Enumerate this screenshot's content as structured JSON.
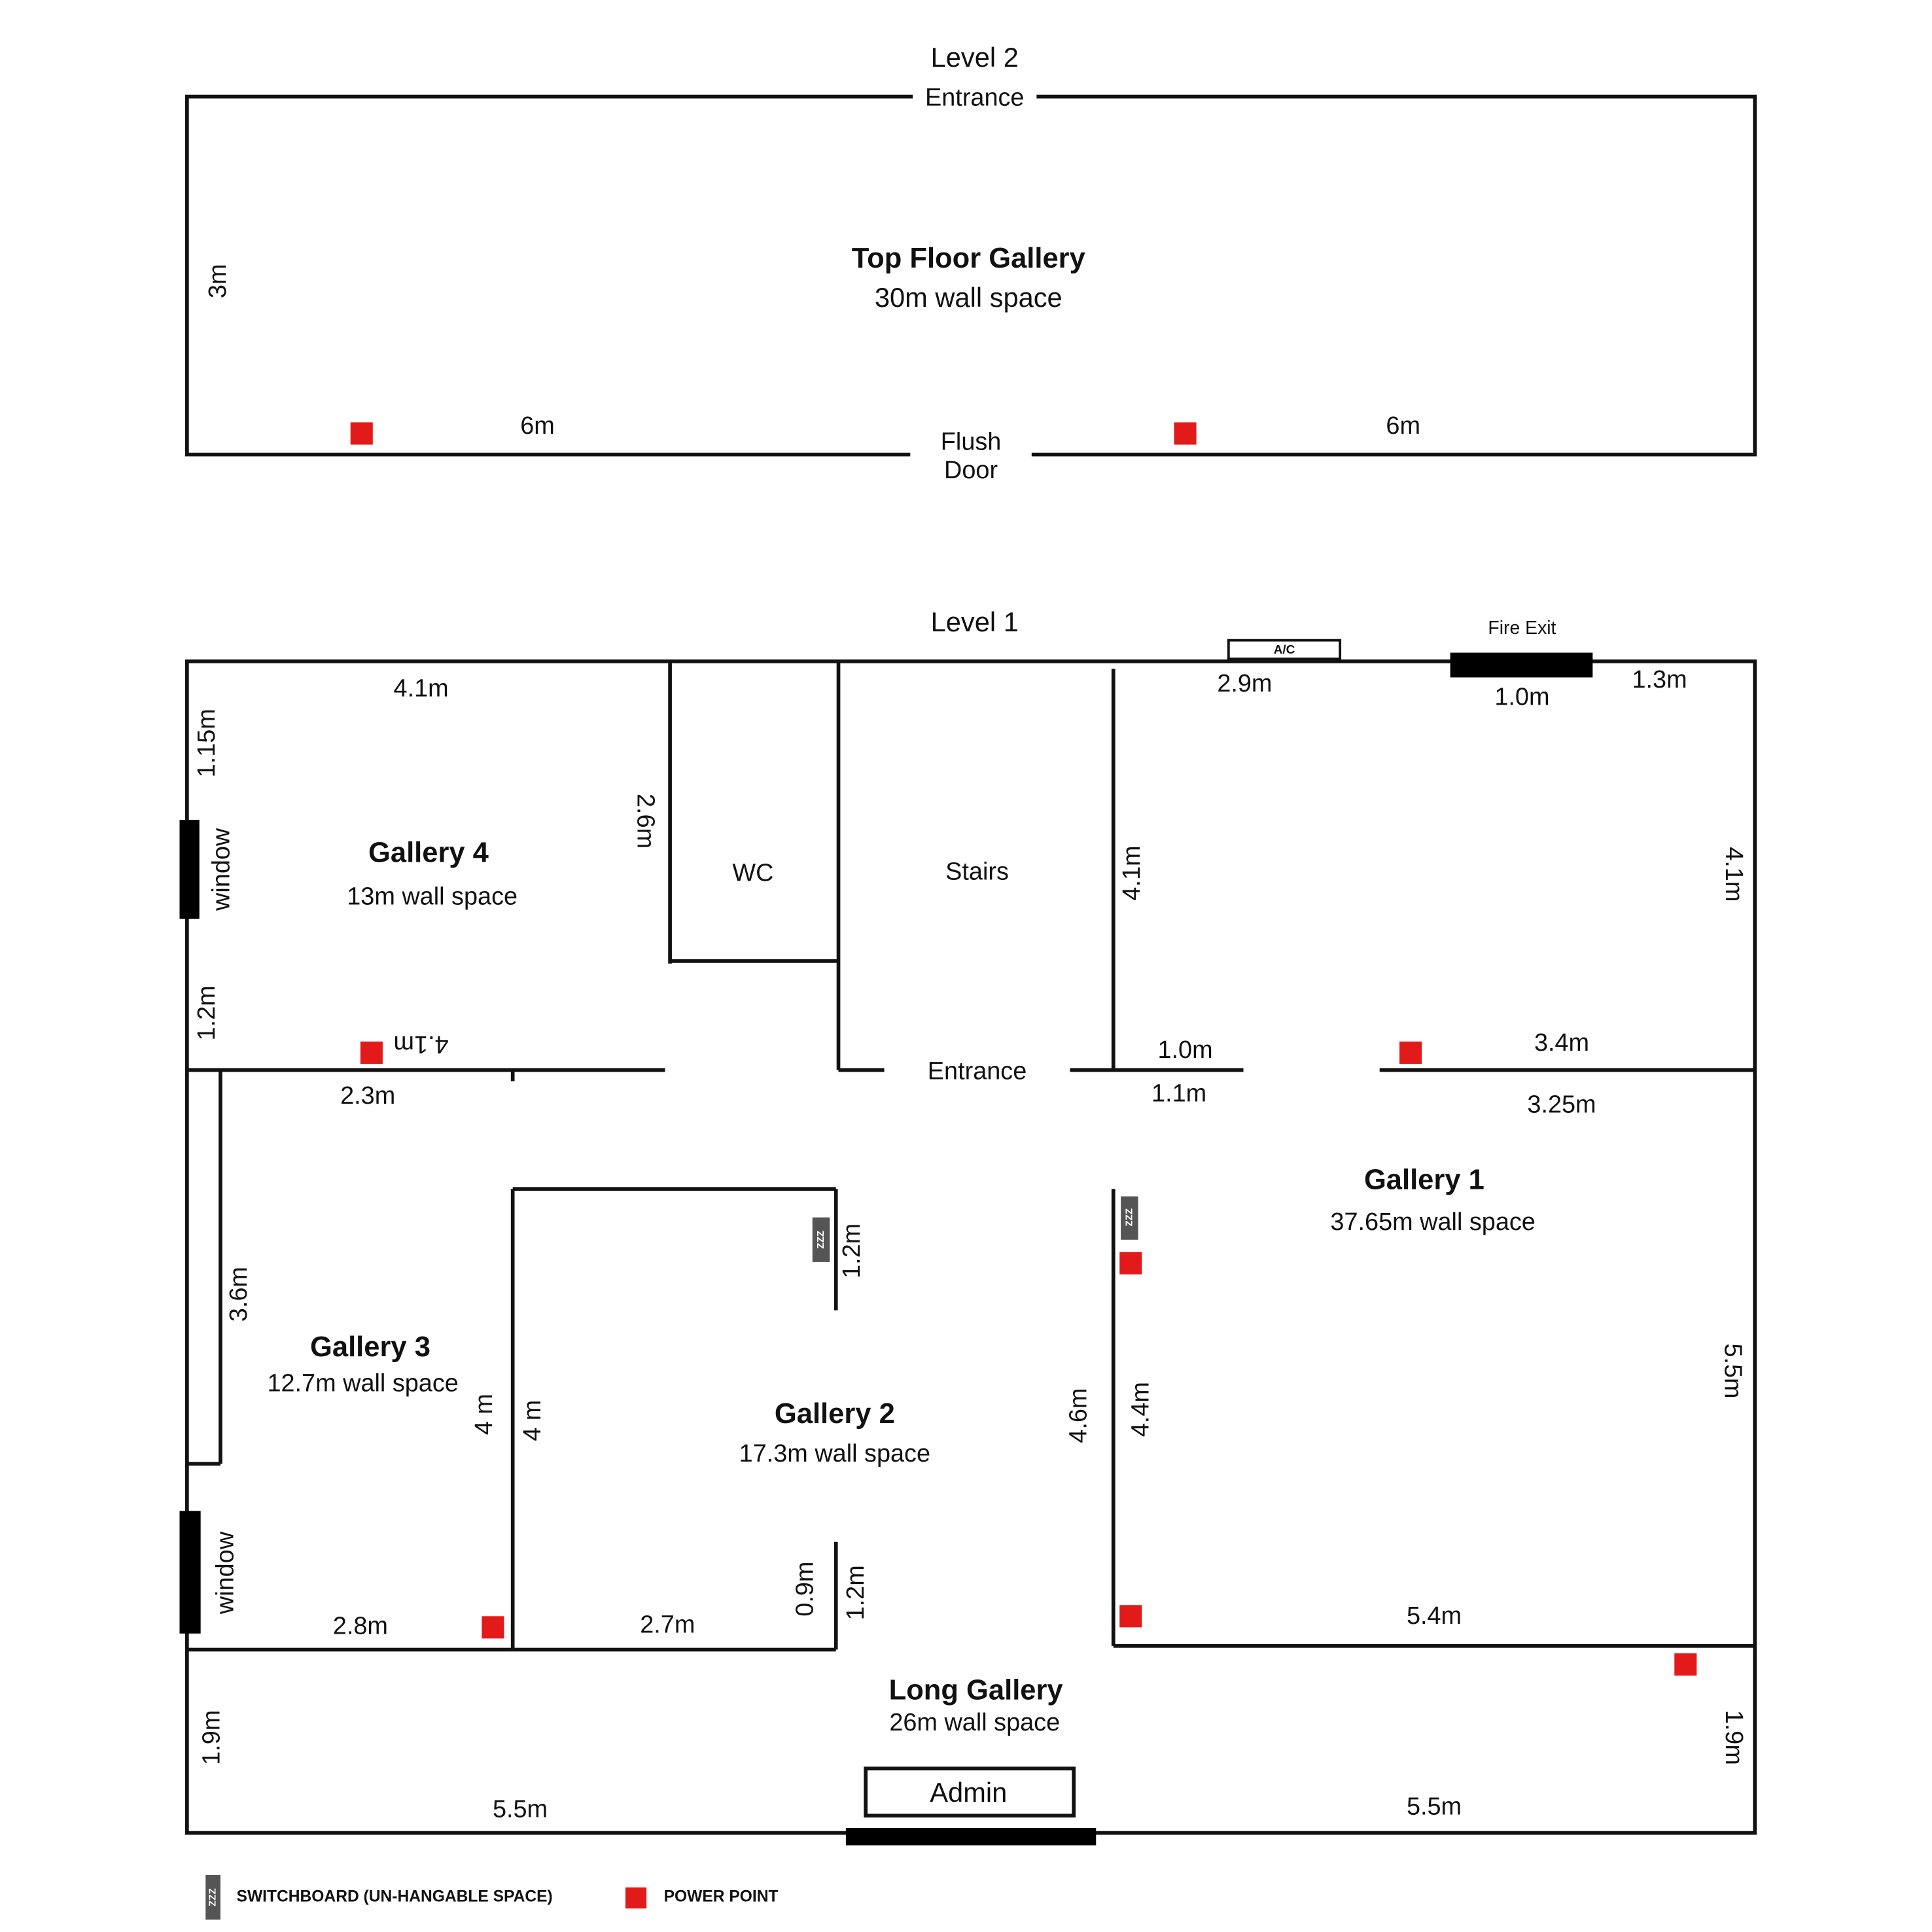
{
  "colors": {
    "power_point": "#e31a1a",
    "switchboard": "#555555",
    "wall": "#111111"
  },
  "level2": {
    "title": "Level 2",
    "entrance": "Entrance",
    "gallery": {
      "name": "Top Floor Gallery",
      "wall_space": "30m wall space"
    },
    "dims": {
      "left": "3m",
      "bottom_left": "6m",
      "bottom_right": "6m"
    },
    "door": {
      "line1": "Flush",
      "line2": "Door"
    }
  },
  "level1": {
    "title": "Level 1",
    "ac": "A/C",
    "fire_exit": "Fire Exit",
    "entrance": "Entrance",
    "admin": "Admin",
    "gallery4": {
      "name": "Gallery 4",
      "wall_space": "13m wall space"
    },
    "gallery3": {
      "name": "Gallery 3",
      "wall_space": "12.7m wall space"
    },
    "gallery2": {
      "name": "Gallery 2",
      "wall_space": "17.3m wall space"
    },
    "gallery1": {
      "name": "Gallery 1",
      "wall_space": "37.65m wall space"
    },
    "long_gallery": {
      "name": "Long Gallery",
      "wall_space": "26m wall space"
    },
    "wc": "WC",
    "stairs": "Stairs",
    "window": "window",
    "dims": {
      "g4_top": "4.1m",
      "g4_left_top": "1.15m",
      "g4_left_bottom": "1.2m",
      "g4_right": "2.6m",
      "g4_bottom": "4.1m",
      "top_29": "2.9m",
      "fire_exit_width": "1.0m",
      "top_13": "1.3m",
      "g1_left": "4.1m",
      "g1_right": "4.1m",
      "entr_10": "1.0m",
      "entr_11": "1.1m",
      "g1_34": "3.4m",
      "g1_325": "3.25m",
      "g3_top": "2.3m",
      "g3_36": "3.6m",
      "g3_right": "4 m",
      "g2_left": "4 m",
      "g2_12_top": "1.2m",
      "g2_46": "4.6m",
      "g1_44": "4.4m",
      "g1_55": "5.5m",
      "g2_09": "0.9m",
      "g2_12_bottom": "1.2m",
      "g3_bottom": "2.8m",
      "g2_bottom": "2.7m",
      "g1_bottom": "5.4m",
      "lg_left": "1.9m",
      "lg_right": "1.9m",
      "lg_bottom_left": "5.5m",
      "lg_bottom_right": "5.5m"
    }
  },
  "legend": {
    "switchboard_icon_text": "ZZZ",
    "switchboard": "SWITCHBOARD (UN-HANGABLE SPACE)",
    "power_point": "POWER POINT"
  }
}
